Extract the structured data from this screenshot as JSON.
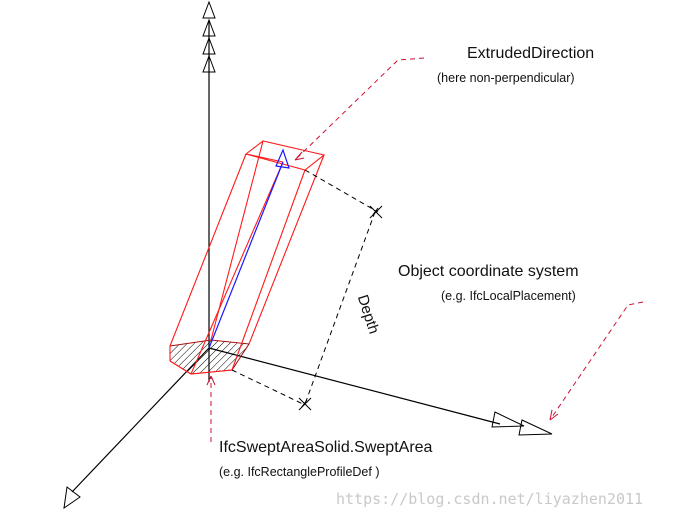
{
  "diagram": {
    "labels": {
      "extruded_direction": "ExtrudedDirection",
      "extruded_direction_note": "(here non-perpendicular)",
      "object_coordinate_system": "Object coordinate system",
      "object_coordinate_system_note": "(e.g. IfcLocalPlacement)",
      "swept_area": "IfcSweptAreaSolid.SweptArea",
      "swept_area_note": "(e.g. IfcRectangleProfileDef    )",
      "depth": "Depth"
    },
    "colors": {
      "axes": "#000000",
      "solid": "#ff1a1a",
      "direction_vector": "#1a1aff",
      "leader_lines": "#cc1133",
      "dimension": "#000000"
    },
    "icons": [
      "axis-arrow-icon",
      "direction-arrow-icon",
      "hatch-pattern"
    ]
  },
  "watermark": "https://blog.csdn.net/liyazhen2011"
}
